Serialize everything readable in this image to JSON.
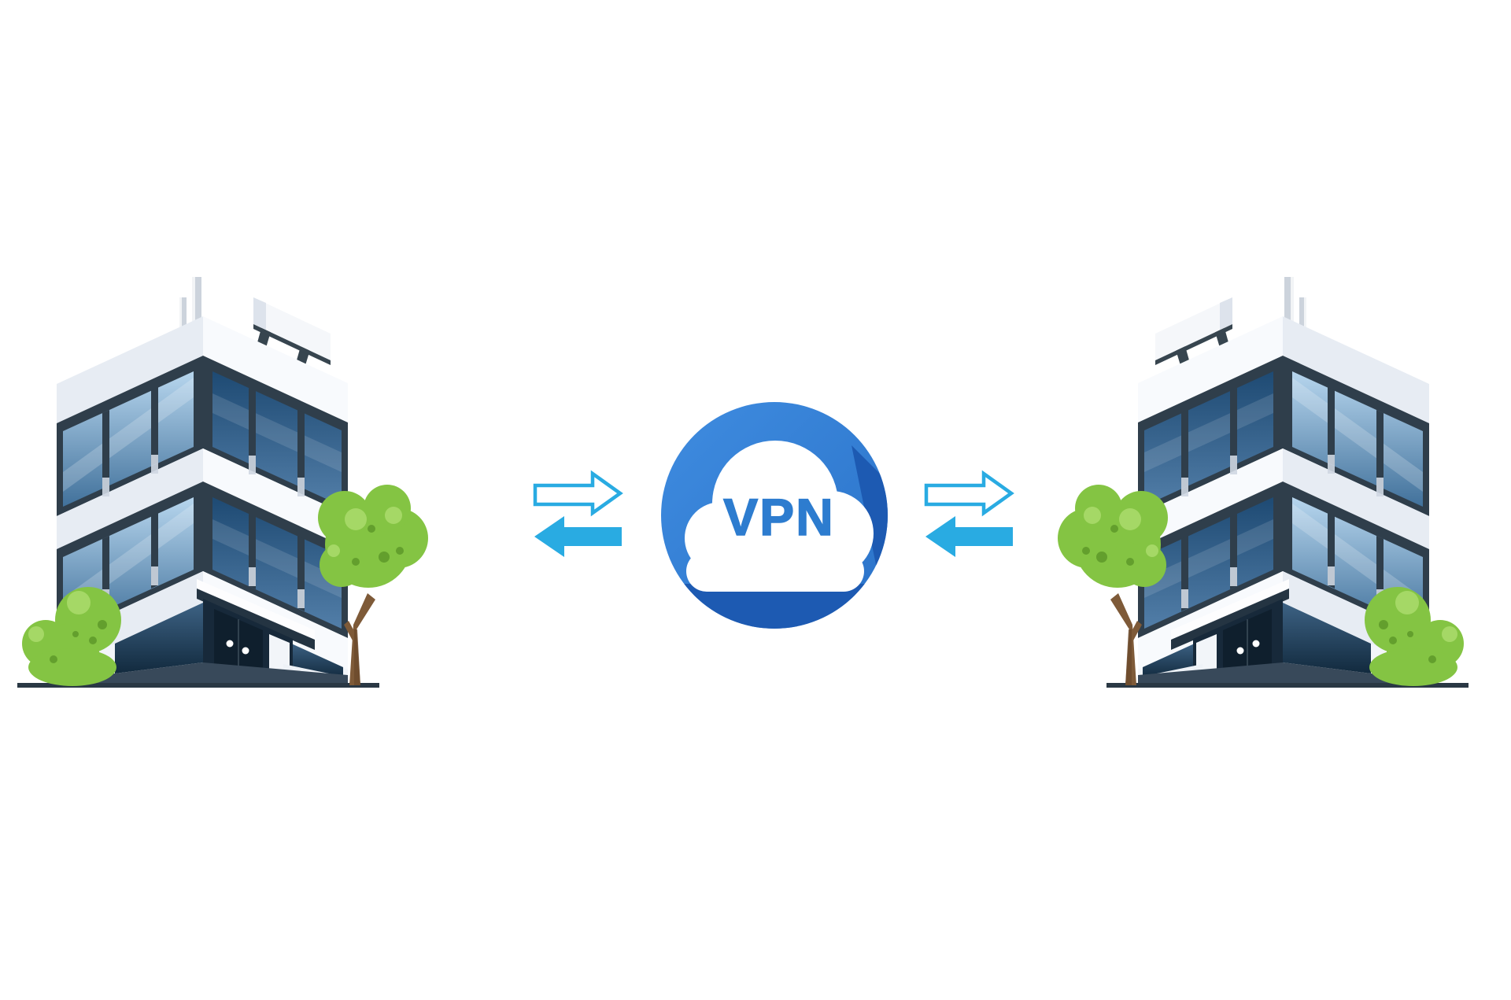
{
  "badge": {
    "label": "VPN",
    "shape": "cloud-in-circle"
  },
  "scene": {
    "left_node": "office-building",
    "right_node": "office-building-mirrored",
    "left_link_arrows": {
      "top": "outline-arrow-right",
      "bottom": "solid-arrow-left"
    },
    "right_link_arrows": {
      "top": "outline-arrow-right",
      "bottom": "solid-arrow-left"
    }
  },
  "colors": {
    "arrow_cyan": "#29abe2",
    "badge_blue": "#2a72c8",
    "badge_blue_light": "#3f8ce0",
    "badge_shadow": "#1c58b0",
    "cloud_white": "#ffffff",
    "vpn_text_blue": "#2d7ccf",
    "band_left": "#e7ecf3",
    "band_right": "#f8fafd",
    "wall_bright": "#f2f5f9",
    "frame_dark": "#2f3e4b",
    "glass_lt_top": "#b7d6ee",
    "glass_lt_bot": "#41719b",
    "glass_rt_top": "#1e4a73",
    "glass_rt_bot": "#527ea8",
    "glass_gr_top": "#3d6284",
    "glass_gr_bot": "#122a3e",
    "door_dark": "#0f1f2d",
    "recess_dark": "#17293a",
    "canopy_dark": "#243442",
    "plinth_dark": "#38495a",
    "ground_line": "#2a3844",
    "tree_green": "#84c443",
    "tree_green_light": "#a5d866",
    "tree_green_dark": "#639f2d",
    "trunk_brown": "#7e5a38",
    "trunk_brown_dark": "#6b4a2c",
    "antenna_gray": "#ccd3dc",
    "sign_white": "#f5f7fa",
    "sign_trim": "#37454f",
    "pilaster_gray": "#cfd7e2"
  }
}
